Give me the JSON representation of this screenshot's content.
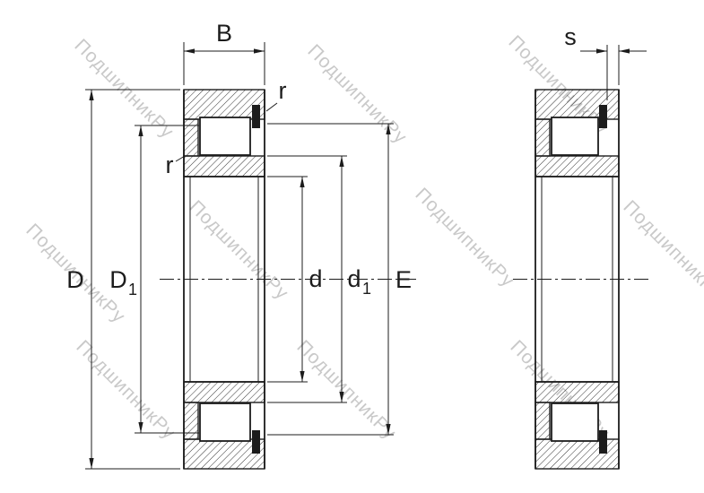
{
  "watermark": "ПодшипникРу",
  "colors": {
    "line": "#1c1c1c",
    "watermark": "#c9c9c9",
    "background": "#ffffff"
  },
  "left_view": {
    "labels": {
      "B": "B",
      "D": "D",
      "D1_base": "D",
      "D1_sub": "1",
      "d": "d",
      "d1_base": "d",
      "d1_sub": "1",
      "E": "E",
      "r_top": "r",
      "r_side": "r"
    }
  },
  "right_view": {
    "labels": {
      "s": "s"
    }
  }
}
